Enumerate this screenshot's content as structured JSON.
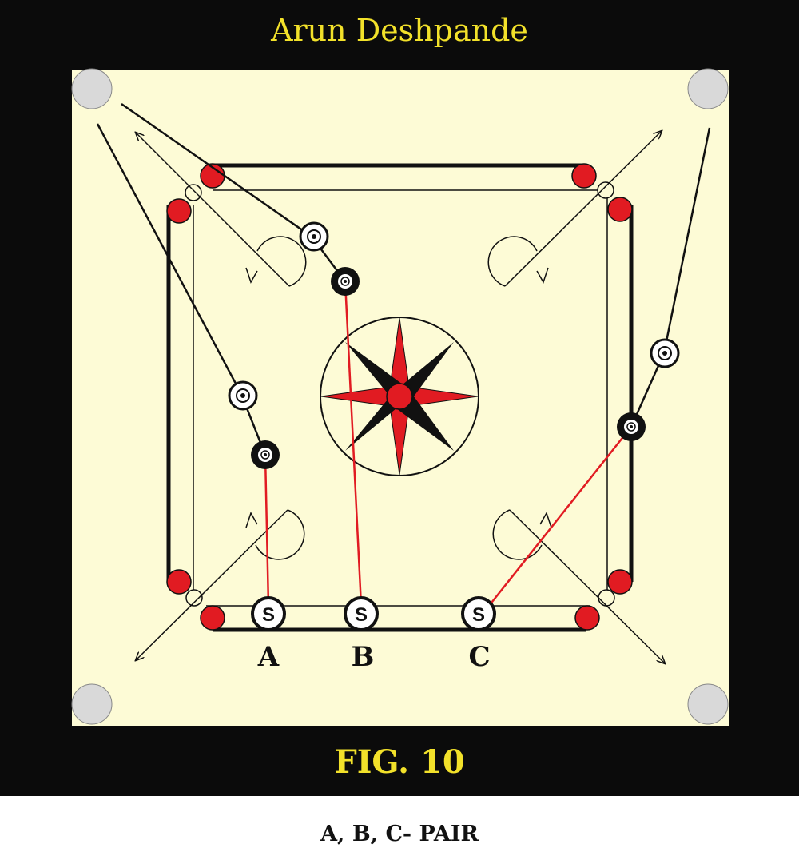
{
  "header": {
    "author": "Arun Deshpande"
  },
  "figure": {
    "label": "FIG. 10"
  },
  "caption": "A, B, C- PAIR",
  "strikers": [
    {
      "position_label": "A",
      "symbol": "S"
    },
    {
      "position_label": "B",
      "symbol": "S"
    },
    {
      "position_label": "C",
      "symbol": "S"
    }
  ],
  "colors": {
    "frame": "#0b0b0b",
    "surface": "#fdfbd6",
    "red": "#e11b22",
    "accent_text": "#f2e12a",
    "pocket": "#d9d9d9"
  }
}
